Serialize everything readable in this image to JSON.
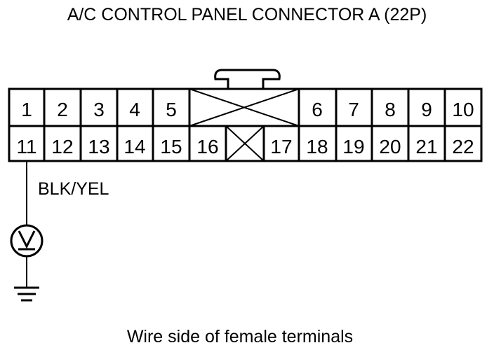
{
  "title": "A/C CONTROL PANEL CONNECTOR A (22P)",
  "caption": "Wire side of female terminals",
  "connector": {
    "row1": [
      {
        "label": "1"
      },
      {
        "label": "2"
      },
      {
        "label": "3"
      },
      {
        "label": "4"
      },
      {
        "label": "5"
      },
      {
        "label": ""
      },
      {
        "label": "6"
      },
      {
        "label": "7"
      },
      {
        "label": "8"
      },
      {
        "label": "9"
      },
      {
        "label": "10"
      }
    ],
    "row2": [
      {
        "label": "11"
      },
      {
        "label": "12"
      },
      {
        "label": "13"
      },
      {
        "label": "14"
      },
      {
        "label": "15"
      },
      {
        "label": "16"
      },
      {
        "label": ""
      },
      {
        "label": "17"
      },
      {
        "label": "18"
      },
      {
        "label": "19"
      },
      {
        "label": "20"
      },
      {
        "label": "21"
      },
      {
        "label": "22"
      }
    ]
  },
  "wire": {
    "terminal": "11",
    "color_label": "BLK/YEL"
  },
  "meter": {
    "type": "voltmeter",
    "symbol": "V"
  },
  "ground_symbol": "ground-icon"
}
